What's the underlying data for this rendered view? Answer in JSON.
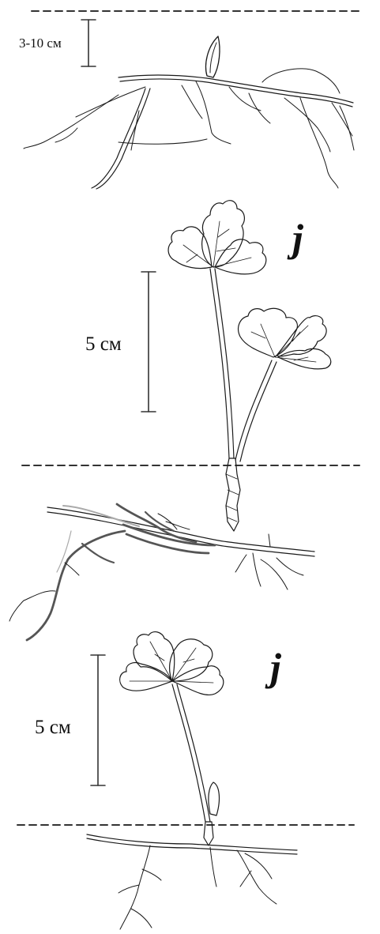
{
  "figure": {
    "panels": [
      {
        "scale_label": "3-10 см",
        "stage_label": ""
      },
      {
        "scale_label": "5 см",
        "stage_label": "j"
      },
      {
        "scale_label": "5 см",
        "stage_label": "j"
      }
    ]
  },
  "colors": {
    "ink": "#1a1a1a",
    "soil_line": "#333333",
    "root_dark": "#555555",
    "root_light": "#aaaaaa"
  },
  "icons": [
    "plant-rhizome-illustration",
    "seedling-illustration",
    "juvenile-plant-illustration"
  ]
}
